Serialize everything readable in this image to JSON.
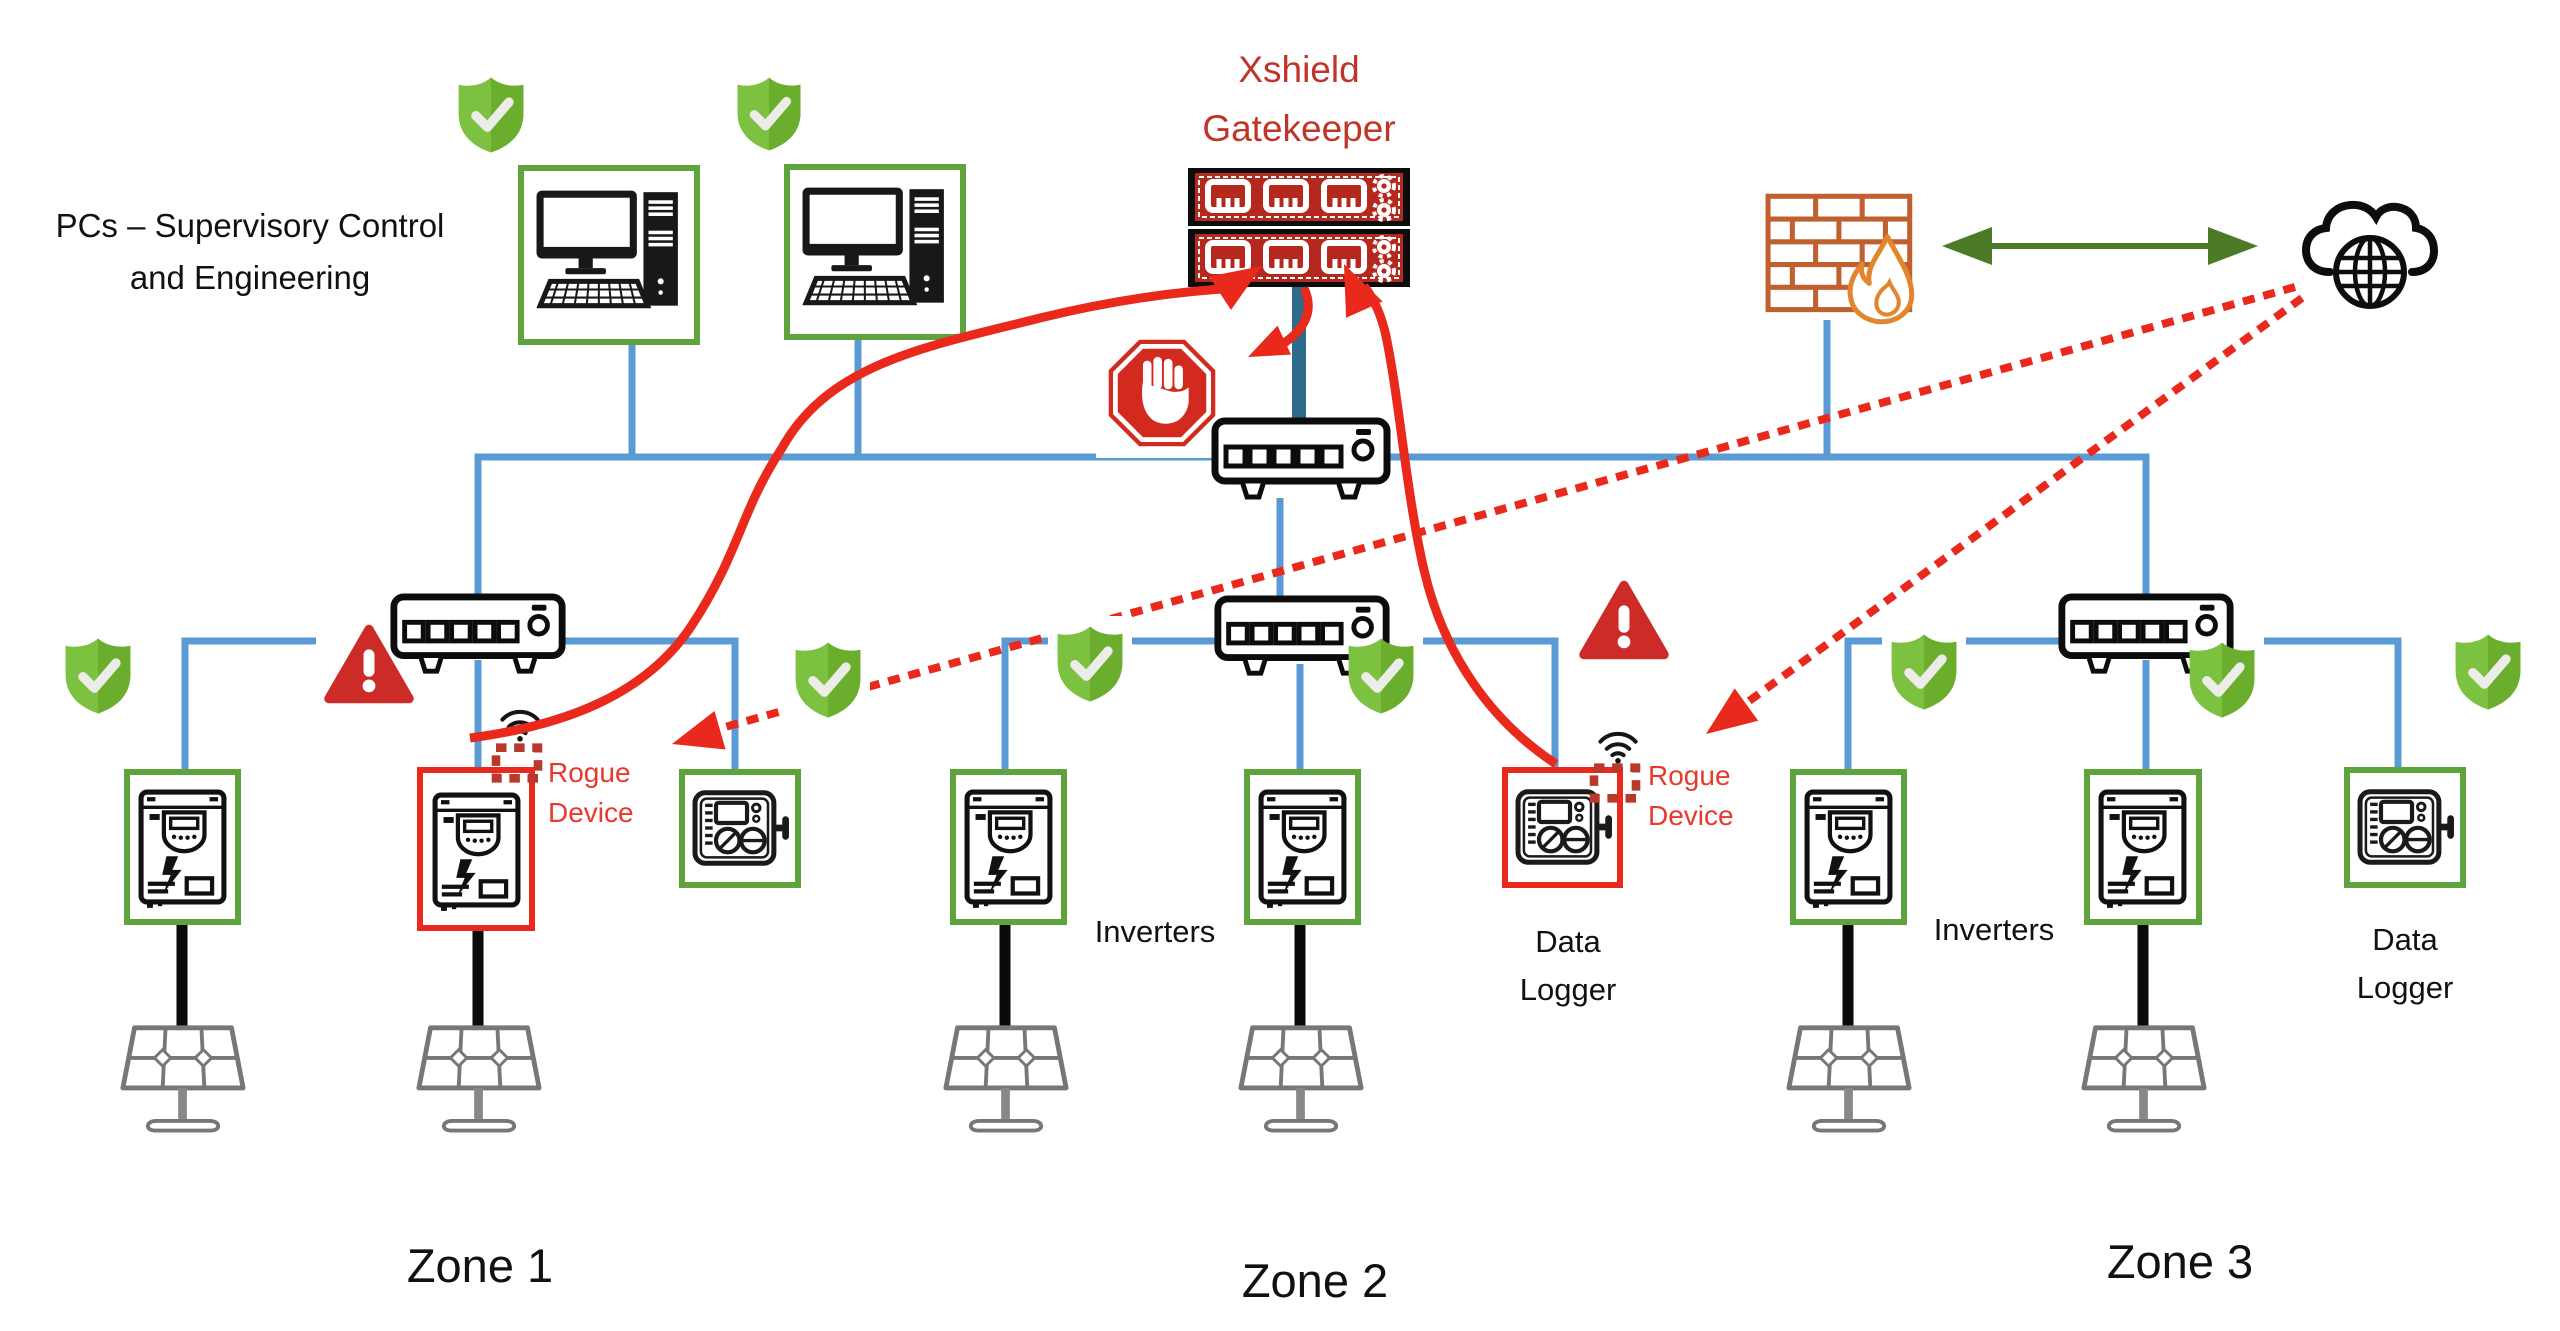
{
  "title": {
    "line1": "PCs – Supervisory Control",
    "line2": "and Engineering"
  },
  "gatekeeper": {
    "line1": "Xshield",
    "line2": "Gatekeeper"
  },
  "labels": {
    "inverters": "Inverters",
    "data": "Data",
    "logger": "Logger",
    "rogue": "Rogue",
    "device": "Device"
  },
  "zones": {
    "zone1": "Zone 1",
    "zone2": "Zone 2",
    "zone3": "Zone 3"
  },
  "colors": {
    "network_line_blue": "#5B9BD5",
    "uplink_teal": "#2E6B8A",
    "alert_red": "#E8291C",
    "rogue_text_red": "#E8392C",
    "gatekeeper_text_red": "#C03528",
    "gatekeeper_panel_red": "#B5281E",
    "secure_shield_green": "#7DC141",
    "device_box_green": "#5FA33C",
    "flow_arrow_green": "#4D7A27",
    "firewall_orange": "#C06030"
  }
}
